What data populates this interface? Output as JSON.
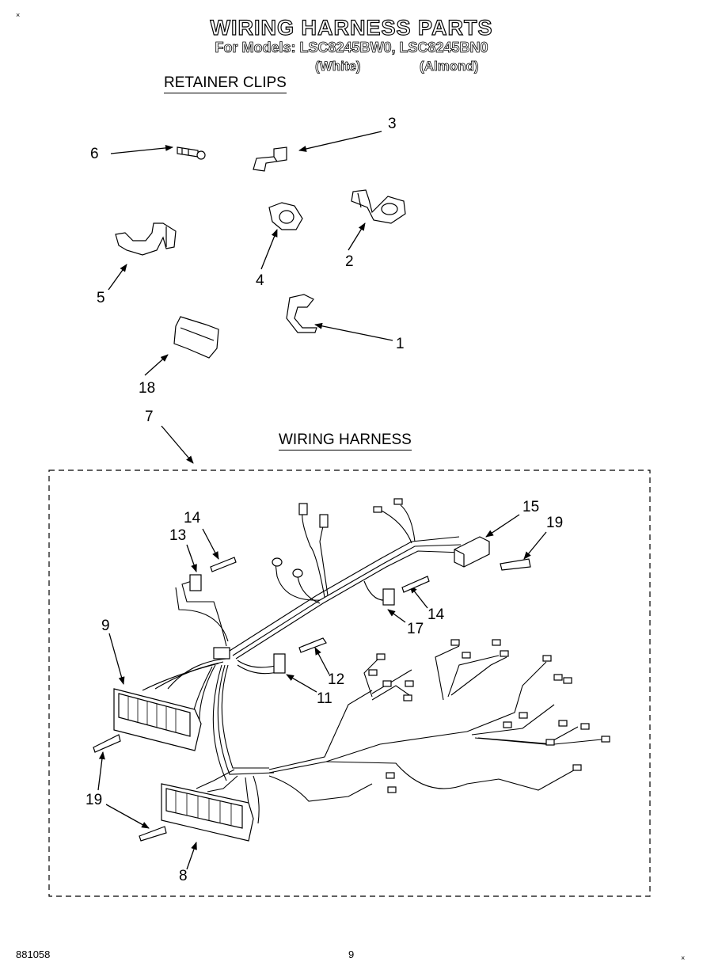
{
  "header": {
    "title": "WIRING HARNESS PARTS",
    "models_line": "For Models: LSC8245BW0, LSC8245BN0",
    "variant_white": "(White)",
    "variant_almond": "(Almond)"
  },
  "sections": {
    "retainer_clips": "RETAINER CLIPS",
    "wiring_harness": "WIRING HARNESS"
  },
  "callouts": {
    "c1": "1",
    "c2": "2",
    "c3": "3",
    "c4": "4",
    "c5": "5",
    "c6": "6",
    "c18": "18",
    "c7": "7",
    "c13": "13",
    "c14a": "14",
    "c15": "15",
    "c19a": "19",
    "c9": "9",
    "c14b": "14",
    "c17": "17",
    "c12": "12",
    "c11": "11",
    "c19b": "19",
    "c8": "8"
  },
  "footer": {
    "doc_number": "881058",
    "page_number": "9"
  },
  "marks": {
    "top_left": "×",
    "bottom_right": "×"
  }
}
